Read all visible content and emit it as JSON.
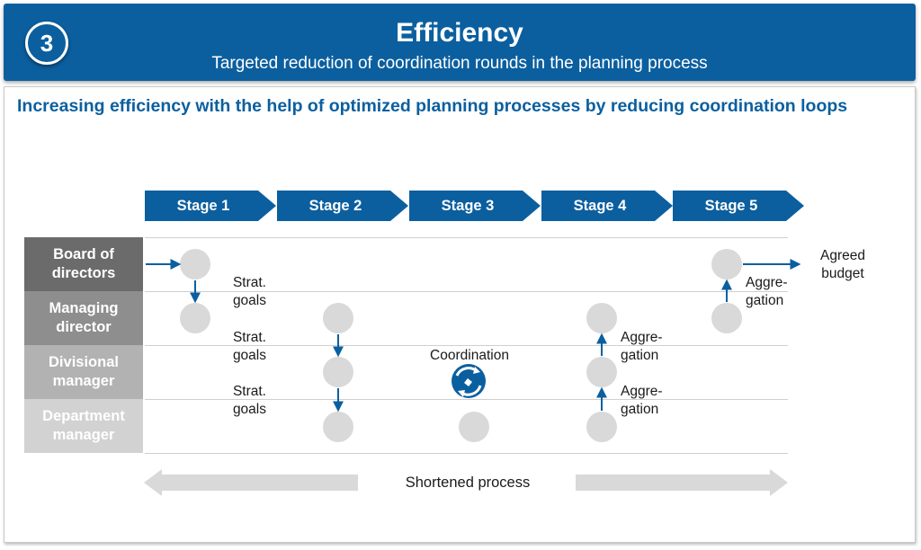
{
  "header": {
    "number": "3",
    "title": "Efficiency",
    "subtitle": "Targeted reduction of coordination rounds in the planning process"
  },
  "headline": "Increasing efficiency with the help of optimized planning processes by reducing coordination loops",
  "stages": [
    "Stage 1",
    "Stage 2",
    "Stage 3",
    "Stage 4",
    "Stage 5"
  ],
  "roles": [
    {
      "line1": "Board of",
      "line2": "directors"
    },
    {
      "line1": "Managing",
      "line2": "director"
    },
    {
      "line1": "Divisional",
      "line2": "manager"
    },
    {
      "line1": "Department",
      "line2": "manager"
    }
  ],
  "labels": {
    "strat_goals_1": {
      "line1": "Strat.",
      "line2": "goals"
    },
    "strat_goals_2": {
      "line1": "Strat.",
      "line2": "goals"
    },
    "strat_goals_3": {
      "line1": "Strat.",
      "line2": "goals"
    },
    "coordination": "Coordination",
    "aggregation_1": {
      "line1": "Aggre-",
      "line2": "gation"
    },
    "aggregation_2": {
      "line1": "Aggre-",
      "line2": "gation"
    },
    "aggregation_3": {
      "line1": "Aggre-",
      "line2": "gation"
    },
    "agreed_budget": {
      "line1": "Agreed",
      "line2": "budget"
    },
    "shortened_process": "Shortened process"
  },
  "colors": {
    "accent": "#0b5f9f",
    "role_shades": [
      "#6b6b6b",
      "#8e8e8e",
      "#b2b2b2",
      "#d2d2d2"
    ],
    "node": "#d9d9d9"
  }
}
